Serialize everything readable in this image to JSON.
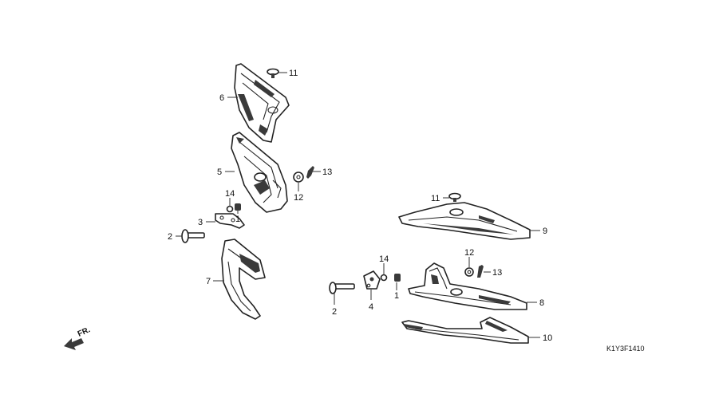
{
  "callouts": [
    {
      "key": "c11a",
      "text": "11"
    },
    {
      "key": "c6",
      "text": "6"
    },
    {
      "key": "c5",
      "text": "5"
    },
    {
      "key": "c13a",
      "text": "13"
    },
    {
      "key": "c12a",
      "text": "12"
    },
    {
      "key": "c14a",
      "text": "14"
    },
    {
      "key": "c1a",
      "text": "1"
    },
    {
      "key": "c3",
      "text": "3"
    },
    {
      "key": "c2a",
      "text": "2"
    },
    {
      "key": "c7",
      "text": "7"
    },
    {
      "key": "c11b",
      "text": "11"
    },
    {
      "key": "c9",
      "text": "9"
    },
    {
      "key": "c12b",
      "text": "12"
    },
    {
      "key": "c13b",
      "text": "13"
    },
    {
      "key": "c14b",
      "text": "14"
    },
    {
      "key": "c1b",
      "text": "1"
    },
    {
      "key": "c4",
      "text": "4"
    },
    {
      "key": "c2b",
      "text": "2"
    },
    {
      "key": "c8",
      "text": "8"
    },
    {
      "key": "c10",
      "text": "10"
    }
  ],
  "direction_label": "FR.",
  "diagram_code": "K1Y3F1410"
}
